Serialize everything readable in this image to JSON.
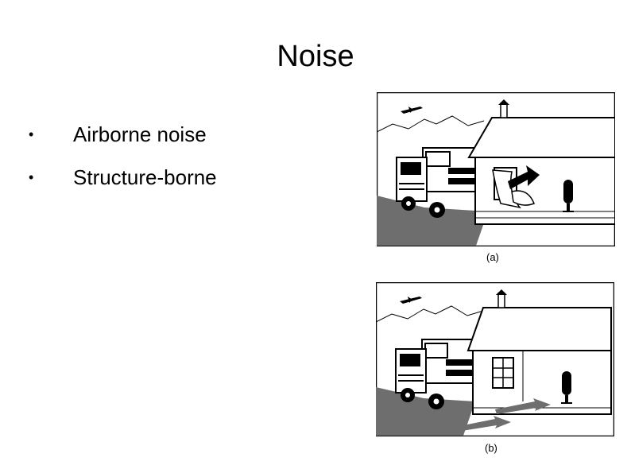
{
  "slide": {
    "title": "Noise",
    "bullet_marker": "•",
    "bullets": [
      "Airborne noise",
      "Structure-borne"
    ]
  },
  "figures": [
    {
      "caption": "(a)",
      "illustration": "airborne-noise-scene"
    },
    {
      "caption": "(b)",
      "illustration": "structure-borne-noise-scene"
    }
  ],
  "colors": {
    "ink": "#000000",
    "road": "#6e6e6e",
    "background": "#ffffff"
  }
}
